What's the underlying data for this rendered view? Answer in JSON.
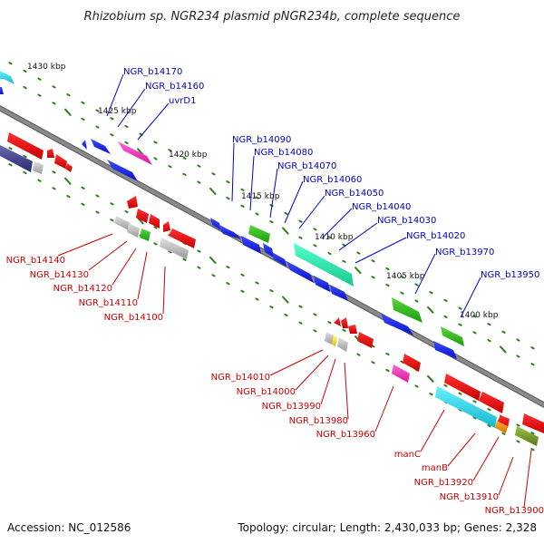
{
  "title": "Rhizobium sp. NGR234 plasmid pNGR234b, complete sequence",
  "footer": {
    "accession": "Accession: NC_012586",
    "summary": "Topology: circular; Length: 2,430,033 bp; Genes: 2,328"
  },
  "colors": {
    "background": "#ffffff",
    "backbone": "#8a8a8a",
    "forward_label": "#0000cc",
    "reverse_label": "#cc0000",
    "tick": "#2e7d1f"
  },
  "kbp_marks": [
    "1430 kbp",
    "1425 kbp",
    "1420 kbp",
    "1415 kbp",
    "1410 kbp",
    "1405 kbp",
    "1400 kbp"
  ],
  "forward_labels": [
    "NGR_b14170",
    "NGR_b14160",
    "uvrD1",
    "NGR_b14090",
    "NGR_b14080",
    "NGR_b14070",
    "NGR_b14060",
    "NGR_b14050",
    "NGR_b14040",
    "NGR_b14030",
    "NGR_b14020",
    "NGR_b13970",
    "NGR_b13950"
  ],
  "reverse_labels": [
    "NGR_b14140",
    "NGR_b14130",
    "NGR_b14120",
    "NGR_b14110",
    "NGR_b14100",
    "NGR_b14010",
    "NGR_b14000",
    "NGR_b13990",
    "NGR_b13980",
    "NGR_b13960",
    "manC",
    "manB",
    "NGR_b13920",
    "NGR_b13910",
    "NGR_b13900"
  ],
  "gene_colors": [
    "blue",
    "green",
    "magenta",
    "teal",
    "red",
    "gray",
    "navy",
    "orange",
    "olive",
    "yellow"
  ]
}
